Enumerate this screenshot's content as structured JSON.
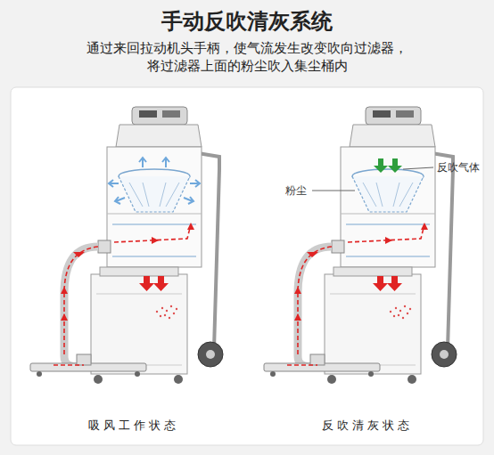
{
  "diagram": {
    "title": "手动反吹清灰系统",
    "labels": [
      "通过来回拉动机头手柄，使气流发生改变吹向过滤器， 将过滤器上面的粉尘吹入集尘桶内",
      "粉尘",
      "反吹气体",
      "吸风工作状态",
      "反吹清灰状态"
    ]
  }
}
